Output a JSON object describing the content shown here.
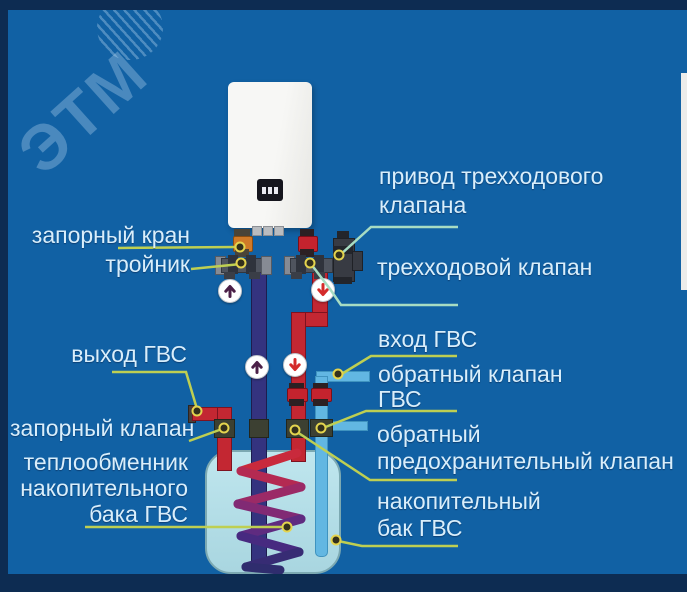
{
  "colors": {
    "bg": "#1161a4",
    "frame": "#0d2c52",
    "label": "#d9eefb",
    "callout": "#becf52",
    "callout2": "#a7dcc3",
    "pipe-red": "#c32732",
    "pipe-dark": "#34337f",
    "pipe-light": "#62b7e2",
    "tank-fill": "#b7e0e9",
    "valve-orange": "#d07a28",
    "arrow-up": "#4b1f47",
    "arrow-down": "#d42b2b"
  },
  "watermark": {
    "text": "ЭТМ"
  },
  "labels": {
    "zaporny_kran": "запорный кран",
    "troynik": "тройник",
    "privod_trekhkhodovogo": "привод трехходового\nклапана",
    "trekhkhodovoy_klapan": "трехходовой клапан",
    "vykhod_gvs": "выход ГВС",
    "vkhod_gvs": "вход ГВС",
    "obratny_klapan_gvs": "обратный клапан\nГВС",
    "zaporny_klapan": "запорный клапан",
    "obratny_predokhranitelny_klapan": "обратный\nпредохранительный клапан",
    "teploobmennik": "теплообменник\nнакопительного\nбака ГВС",
    "nakopitelny_bak_gvs": "накопительный\nбак ГВС"
  }
}
